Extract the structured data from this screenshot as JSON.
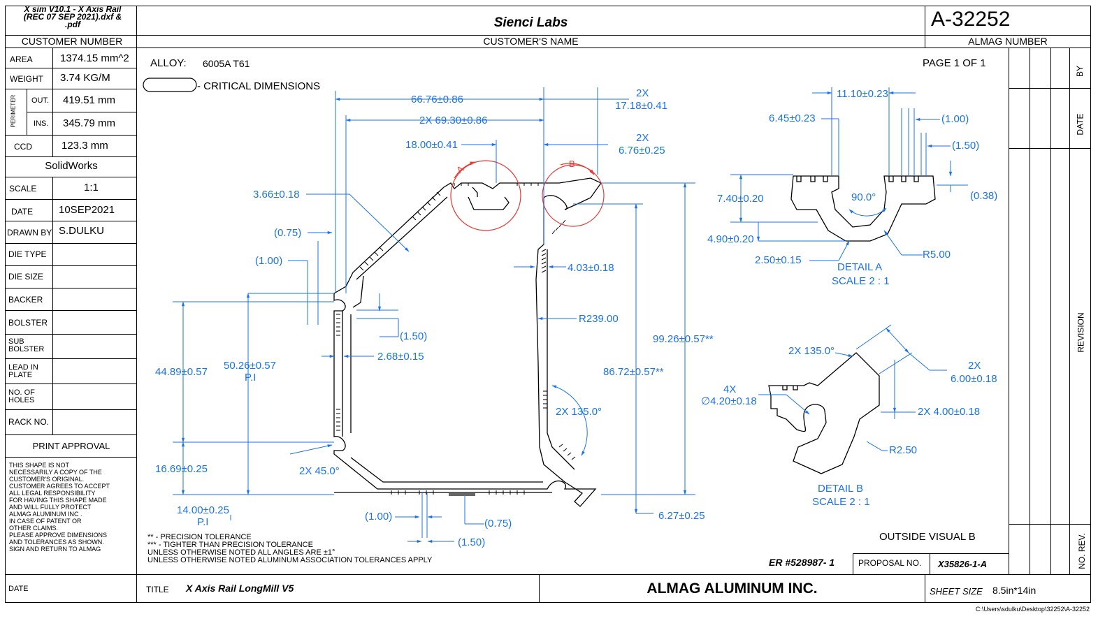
{
  "header": {
    "file_name_line1": "X sim V10.1 - X Axis Rail",
    "file_name_line2": "(REC 07 SEP 2021).dxf &",
    "file_name_line3": ".pdf",
    "customer_number_label": "CUSTOMER NUMBER",
    "customer_name": "Sienci Labs",
    "customer_name_label": "CUSTOMER'S NAME",
    "almag_number": "A-32252",
    "almag_number_label": "ALMAG NUMBER"
  },
  "side_table": {
    "area_label": "AREA",
    "area_value": "1374.15 mm^2",
    "weight_label": "WEIGHT",
    "weight_value": "3.74 KG/M",
    "perimeter_label": "PERIMETER",
    "out_label": "OUT.",
    "out_value": "419.51 mm",
    "ins_label": "INS.",
    "ins_value": "345.79 mm",
    "ccd_label": "CCD",
    "ccd_value": "123.3 mm",
    "software": "SolidWorks",
    "scale_label": "SCALE",
    "scale_value": "1:1",
    "date_label": "DATE",
    "date_value": "10SEP2021",
    "drawn_by_label": "DRAWN BY",
    "drawn_by_value": "S.DULKU",
    "die_type_label": "DIE TYPE",
    "die_size_label": "DIE SIZE",
    "backer_label": "BACKER",
    "bolster_label": "BOLSTER",
    "sub_bolster_line1": "SUB",
    "sub_bolster_line2": "BOLSTER",
    "lead_in_line1": "LEAD IN",
    "lead_in_line2": "PLATE",
    "holes_line1": "NO. OF",
    "holes_line2": "HOLES",
    "rack_label": "RACK NO.",
    "print_approval": "PRINT APPROVAL",
    "disclaimer": [
      "THIS SHAPE IS NOT",
      "NECESSARILY A COPY OF THE",
      "CUSTOMER'S ORIGINAL.",
      "CUSTOMER AGREES TO ACCEPT",
      "ALL LEGAL RESPONSIBILITY",
      "FOR HAVING THIS SHAPE MADE",
      "AND WILL FULLY PROTECT",
      "ALMAG ALUMINUM INC .",
      "IN CASE OF PATENT OR",
      "OTHER CLAIMS.",
      "PLEASE APPROVE DIMENSIONS",
      "AND TOLERANCES AS    SHOWN.",
      "SIGN AND RETURN TO ALMAG"
    ],
    "bottom_date_label": "DATE"
  },
  "revision_column": {
    "by_label": "BY",
    "date_label": "DATE",
    "revision_label": "REVISION",
    "no_rev_label": "NO. REV."
  },
  "drawing": {
    "alloy_label": "ALLOY:",
    "alloy_value": "6005A T61",
    "page_label": "PAGE 1 OF 1",
    "critical_legend": "- CRITICAL DIMENSIONS",
    "dims": {
      "d66": "66.76±0.86",
      "d17": "17.18±0.41",
      "d69": "2X 69.30±0.86",
      "d18": "18.00±0.41",
      "d676": "6.76±0.25",
      "d2x": "2X",
      "d366": "3.66±0.18",
      "d075a": "0.75",
      "d100a": "1.00",
      "d403": "4.03±0.18",
      "r239": "R239.00",
      "d150a": "1.50",
      "d268": "2.68±0.15",
      "d9926": "99.26±0.57**",
      "d4489": "44.89±0.57",
      "d5026": "50.26±0.57",
      "pi": "P.I",
      "d8672": "86.72±0.57**",
      "a135": "2X 135.0°",
      "d1669": "16.69±0.25",
      "a45": "2X 45.0°",
      "d1400": "14.00±0.25",
      "d100b": "1.00",
      "d075b": "0.75",
      "d627": "6.27±0.25",
      "d150b": "1.50",
      "label_a": "A",
      "label_b": "B"
    },
    "detail_a": {
      "d1110": "11.10±0.23",
      "d645": "6.45±0.23",
      "d100": "1.00",
      "d150": "1.50",
      "d740": "7.40±0.20",
      "a90": "90.0°",
      "d038": "0.38",
      "d490": "4.90±0.20",
      "d250": "2.50±0.15",
      "r500": "R5.00",
      "title": "DETAIL A",
      "scale": "SCALE 2 : 1"
    },
    "detail_b": {
      "a135": "2X 135.0°",
      "d2x": "2X",
      "d600": "6.00±0.18",
      "d4x": "4X",
      "dia": "∅4.20±0.18",
      "d400": "2X 4.00±0.18",
      "r250": "R2.50",
      "title": "DETAIL B",
      "scale": "SCALE 2 : 1"
    },
    "outside_visual": "OUTSIDE VISUAL B",
    "notes": [
      "** - PRECISION TOLERANCE",
      "*** - TIGHTER THAN PRECISION TOLERANCE",
      "UNLESS OTHERWISE NOTED ALL ANGLES ARE ±1°",
      "UNLESS OTHERWISE NOTED ALUMINUM ASSOCIATION TOLERANCES APPLY"
    ]
  },
  "footer": {
    "er_number": "ER #528987- 1",
    "proposal_label": "PROPOSAL NO.",
    "proposal_value": "X35826-1-A",
    "title_label": "TITLE",
    "title_value": "X Axis Rail LongMill V5",
    "company": "ALMAG ALUMINUM INC.",
    "sheet_size_label": "SHEET SIZE",
    "sheet_size_value": "8.5in*14in",
    "file_path": "C:\\Users\\sdulku\\Desktop\\32252\\A-32252"
  },
  "colors": {
    "dimension": "#1a73e8",
    "detail_circle": "#e53935",
    "line": "#000000"
  }
}
